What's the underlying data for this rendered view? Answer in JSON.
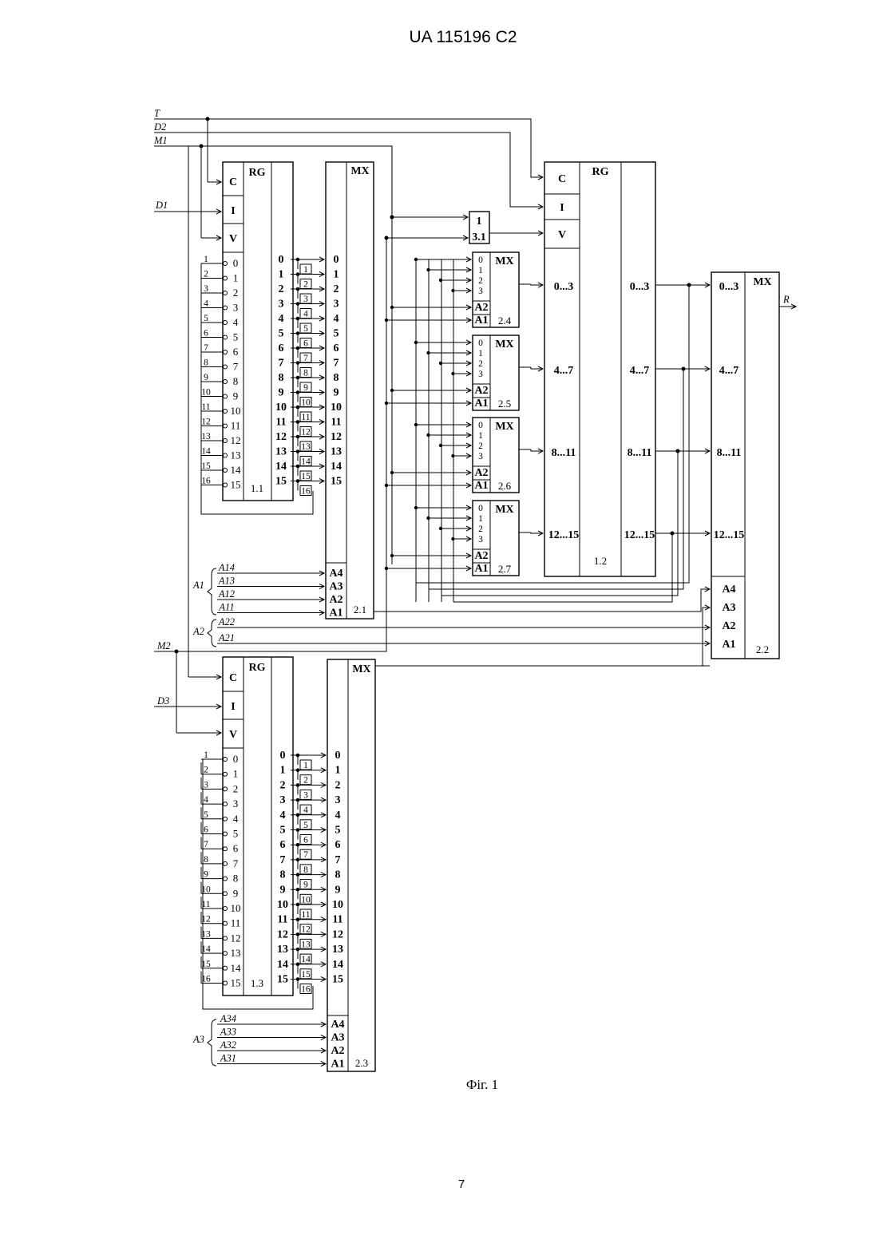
{
  "page": {
    "header": "UA   115196   C2",
    "page_number": "7",
    "caption": "Фіг. 1"
  },
  "signals": {
    "T": "T",
    "D1": "D1",
    "D2": "D2",
    "D3": "D3",
    "M1": "M1",
    "M2": "M2",
    "R": "R",
    "A1": "A1",
    "A2": "A2",
    "A3": "A3",
    "A1_bus": [
      "A14",
      "A13",
      "A12",
      "A11"
    ],
    "A2_bus": [
      "A22",
      "A21"
    ],
    "A3_bus": [
      "A34",
      "A33",
      "A32",
      "A31"
    ]
  },
  "blocks": {
    "rg11": {
      "title": "RG",
      "id": "1.1",
      "ctrl": [
        "C",
        "I",
        "V"
      ]
    },
    "rg12": {
      "title": "RG",
      "id": "1.2",
      "ctrl": [
        "C",
        "I",
        "V"
      ],
      "groups": [
        "0...3",
        "4...7",
        "8...11",
        "12...15"
      ]
    },
    "rg13": {
      "title": "RG",
      "id": "1.3",
      "ctrl": [
        "C",
        "I",
        "V"
      ]
    },
    "mx21": {
      "title": "MX",
      "id": "2.1",
      "addr": [
        "A4",
        "A3",
        "A2",
        "A1"
      ]
    },
    "mx22": {
      "title": "MX",
      "id": "2.2",
      "groups": [
        "0...3",
        "4...7",
        "8...11",
        "12...15"
      ],
      "addr": [
        "A4",
        "A3",
        "A2",
        "A1"
      ]
    },
    "mx23": {
      "title": "MX",
      "id": "2.3",
      "addr": [
        "A4",
        "A3",
        "A2",
        "A1"
      ]
    },
    "mx_small": [
      {
        "title": "MX",
        "id": "2.4"
      },
      {
        "title": "MX",
        "id": "2.5"
      },
      {
        "title": "MX",
        "id": "2.6"
      },
      {
        "title": "MX",
        "id": "2.7"
      }
    ],
    "small_in": [
      "0",
      "1",
      "2",
      "3"
    ],
    "small_addr": [
      "A2",
      "A1"
    ],
    "or31": {
      "title": "1",
      "id": "3.1"
    }
  },
  "labels": {
    "bits": [
      "0",
      "1",
      "2",
      "3",
      "4",
      "5",
      "6",
      "7",
      "8",
      "9",
      "10",
      "11",
      "12",
      "13",
      "14",
      "15"
    ],
    "inputs": [
      "1",
      "2",
      "3",
      "4",
      "5",
      "6",
      "7",
      "8",
      "9",
      "10",
      "11",
      "12",
      "13",
      "14",
      "15",
      "16"
    ]
  }
}
